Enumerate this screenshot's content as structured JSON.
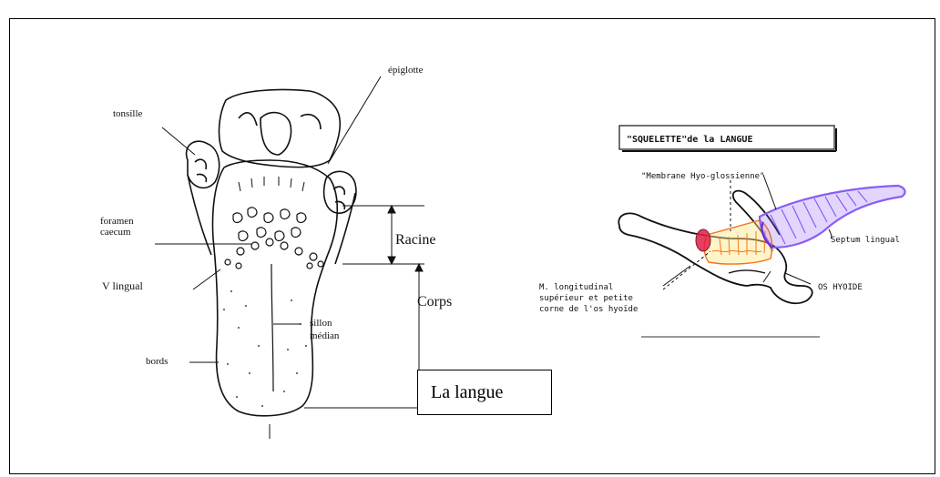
{
  "left_figure": {
    "labels": {
      "epiglotte": "épiglotte",
      "tonsille": "tonsille",
      "foramen_line1": "foramen",
      "foramen_line2": "caecum",
      "racine": "Racine",
      "v_lingual": "V lingual",
      "corps": "Corps",
      "sillon_line1": "sillon",
      "sillon_line2": "médian",
      "bords": "bords"
    },
    "caption": "La langue"
  },
  "right_figure": {
    "title": "\"SQUELETTE\"de la LANGUE",
    "labels": {
      "membrane": "\"Membrane Hyo-glossienne\"",
      "septum": "Septum lingual",
      "muscle_line1": "M. longitudinal",
      "muscle_line2": "supérieur et petite",
      "muscle_line3": "corne de l'os hyoïde",
      "os_hyoide": "OS HYOIDE"
    },
    "colors": {
      "septum_fill": "#8b5cf6",
      "muscle_fill": "#f97316",
      "muscle_accent": "#e11d48"
    }
  }
}
